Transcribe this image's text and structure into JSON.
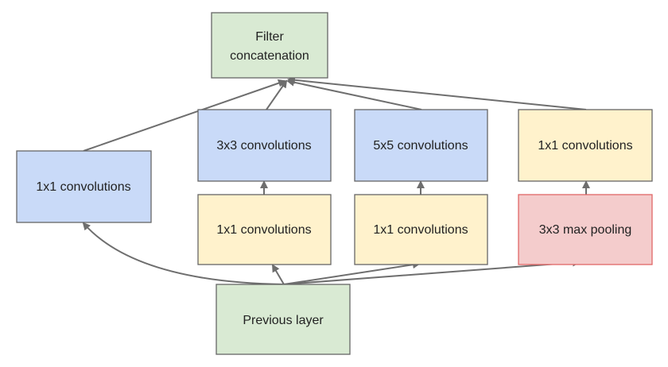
{
  "nodes": {
    "filter_concat": {
      "label_line1": "Filter",
      "label_line2": "concatenation"
    },
    "conv1x1_left": {
      "label": "1x1 convolutions"
    },
    "conv3x3": {
      "label": "3x3 convolutions"
    },
    "conv5x5": {
      "label": "5x5 convolutions"
    },
    "conv1x1_right": {
      "label": "1x1 convolutions"
    },
    "conv1x1_reduce3": {
      "label": "1x1 convolutions"
    },
    "conv1x1_reduce5": {
      "label": "1x1 convolutions"
    },
    "maxpool3x3": {
      "label": "3x3 max pooling"
    },
    "previous_layer": {
      "label": "Previous layer"
    }
  },
  "colors": {
    "green_fill": "#d9ead3",
    "blue_fill": "#c9daf8",
    "yellow_fill": "#fff2cc",
    "red_fill": "#f4cccc",
    "red_stroke": "#e06666",
    "border": "#666666",
    "arrow": "#6e6e6e"
  }
}
